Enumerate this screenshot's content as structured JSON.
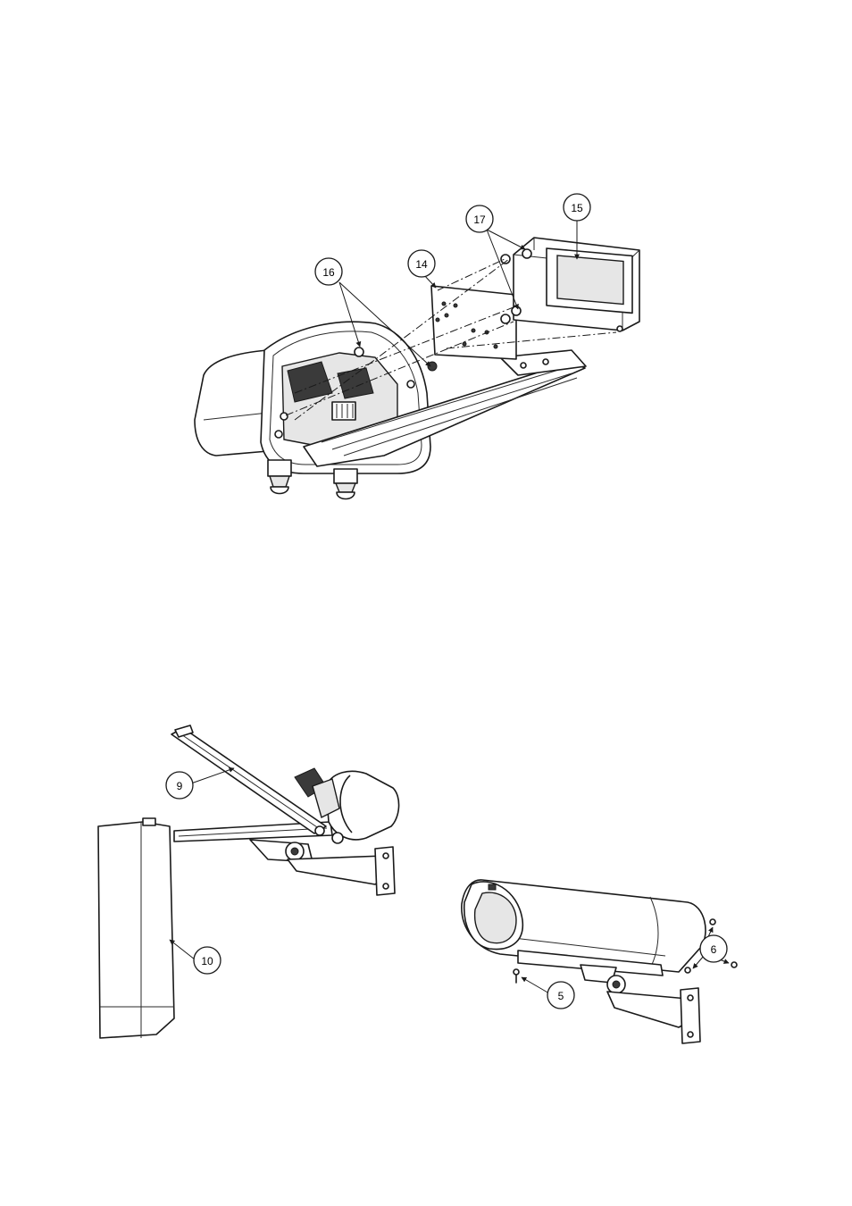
{
  "top_figure": {
    "callouts": {
      "c14": "14",
      "c15": "15",
      "c16": "16",
      "c17": "17"
    }
  },
  "bottom_left_figure": {
    "callouts": {
      "c9": "9",
      "c10": "10"
    }
  },
  "bottom_right_figure": {
    "callouts": {
      "c5": "5",
      "c6": "6"
    }
  }
}
